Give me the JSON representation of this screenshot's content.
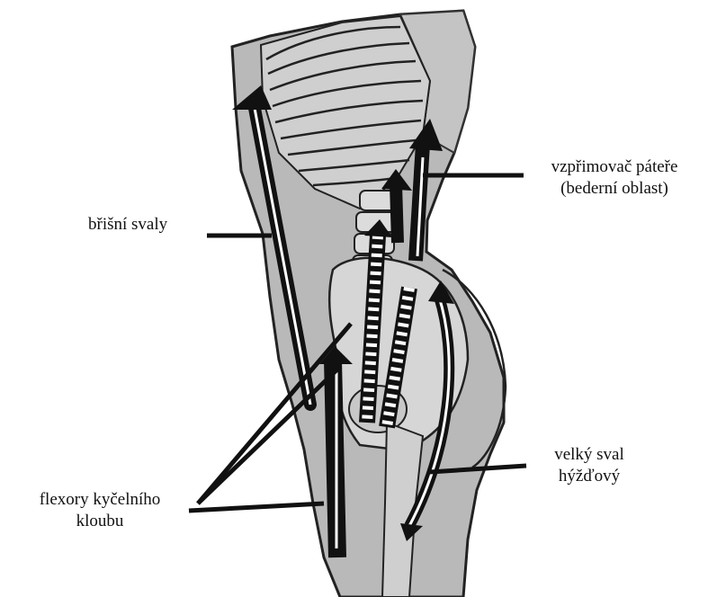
{
  "labels": {
    "erector_line1": "vzpřimovač páteře",
    "erector_line2": "(bederní oblast)",
    "abdominals": "břišní svaly",
    "gluteus_line1": "velký sval",
    "gluteus_line2": "hýžďový",
    "hip_flexors_line1": "flexory kyčelního",
    "hip_flexors_line2": "kloubu"
  },
  "colors": {
    "body": "#b9b9b9",
    "bone": "#d6d6d6",
    "ink": "#111111",
    "background": "#ffffff"
  }
}
